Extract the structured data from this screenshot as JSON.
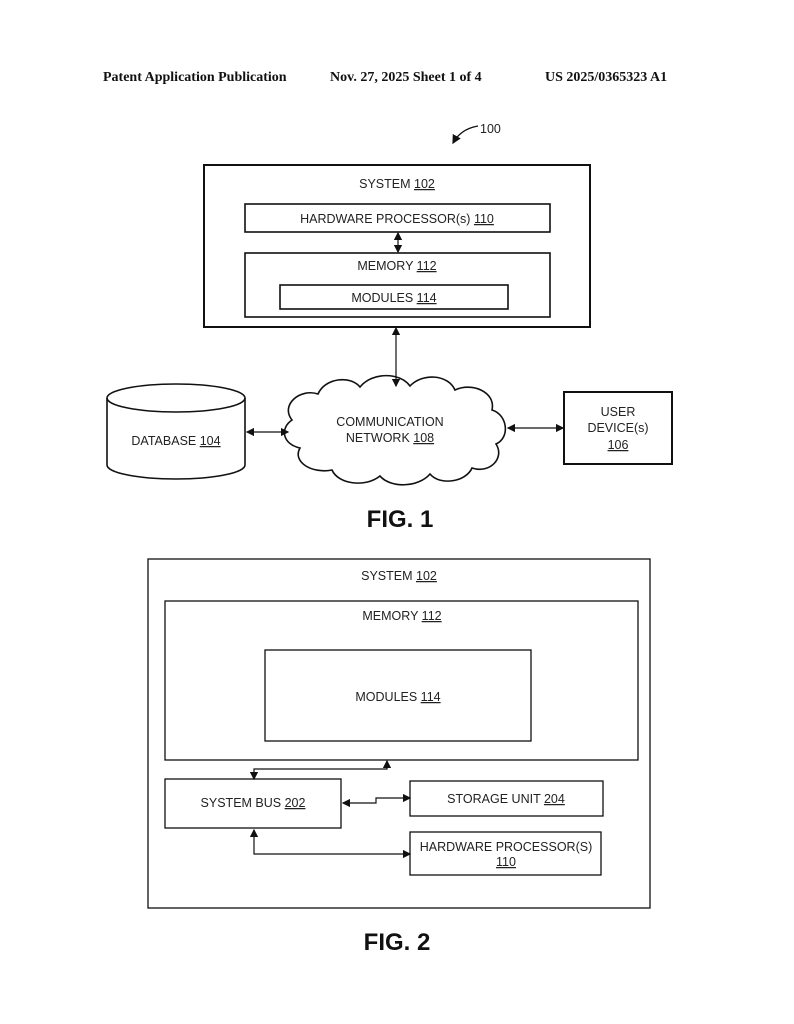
{
  "header": {
    "left": "Patent Application Publication",
    "middle": "Nov. 27, 2025  Sheet 1 of 4",
    "right": "US 2025/0365323 A1"
  },
  "fig1": {
    "ref": "100",
    "system": {
      "label": "SYSTEM ",
      "num": "102"
    },
    "processor": {
      "label": "HARDWARE PROCESSOR(s) ",
      "num": "110"
    },
    "memory": {
      "label": "MEMORY ",
      "num": "112"
    },
    "modules": {
      "label": "MODULES ",
      "num": "114"
    },
    "database": {
      "label": "DATABASE ",
      "num": "104"
    },
    "network": {
      "line1": "COMMUNICATION",
      "label": "NETWORK ",
      "num": "108"
    },
    "user_device": {
      "line1": "USER",
      "line2": "DEVICE(s)",
      "num": "106"
    },
    "caption": "FIG. 1"
  },
  "fig2": {
    "system": {
      "label": "SYSTEM ",
      "num": "102"
    },
    "memory": {
      "label": "MEMORY ",
      "num": "112"
    },
    "modules": {
      "label": "MODULES ",
      "num": "114"
    },
    "system_bus": {
      "label": "SYSTEM BUS ",
      "num": "202"
    },
    "storage": {
      "label": "STORAGE UNIT ",
      "num": "204"
    },
    "processor": {
      "line1": "HARDWARE PROCESSOR(S)",
      "num": "110"
    },
    "caption": "FIG. 2"
  }
}
